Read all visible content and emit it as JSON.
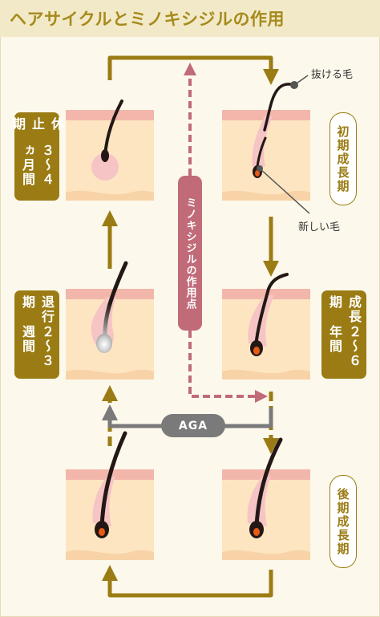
{
  "title": "ヘアサイクルとミノキシジルの作用",
  "phases": {
    "resting": "休止期",
    "resting_duration": "３～４ヵ月間",
    "early_growth": "初期成長期",
    "regression": "退行期",
    "regression_duration": "２～３週間",
    "growth": "成長期",
    "growth_duration": "２～６年間",
    "late_growth": "後期成長期"
  },
  "callouts": {
    "falling_hair": "抜ける毛",
    "new_hair": "新しい毛"
  },
  "minoxidil_label": "ミノキシジルの作用点",
  "aga_label": "AGA",
  "colors": {
    "gold": "#9b7c14",
    "skin": "#fce5c0",
    "skin_top": "#f3b6aa",
    "minoxidil": "#c16a78",
    "aga": "#7a7a7a",
    "hair": "#231815",
    "bulb_orange": "#e85a16"
  }
}
